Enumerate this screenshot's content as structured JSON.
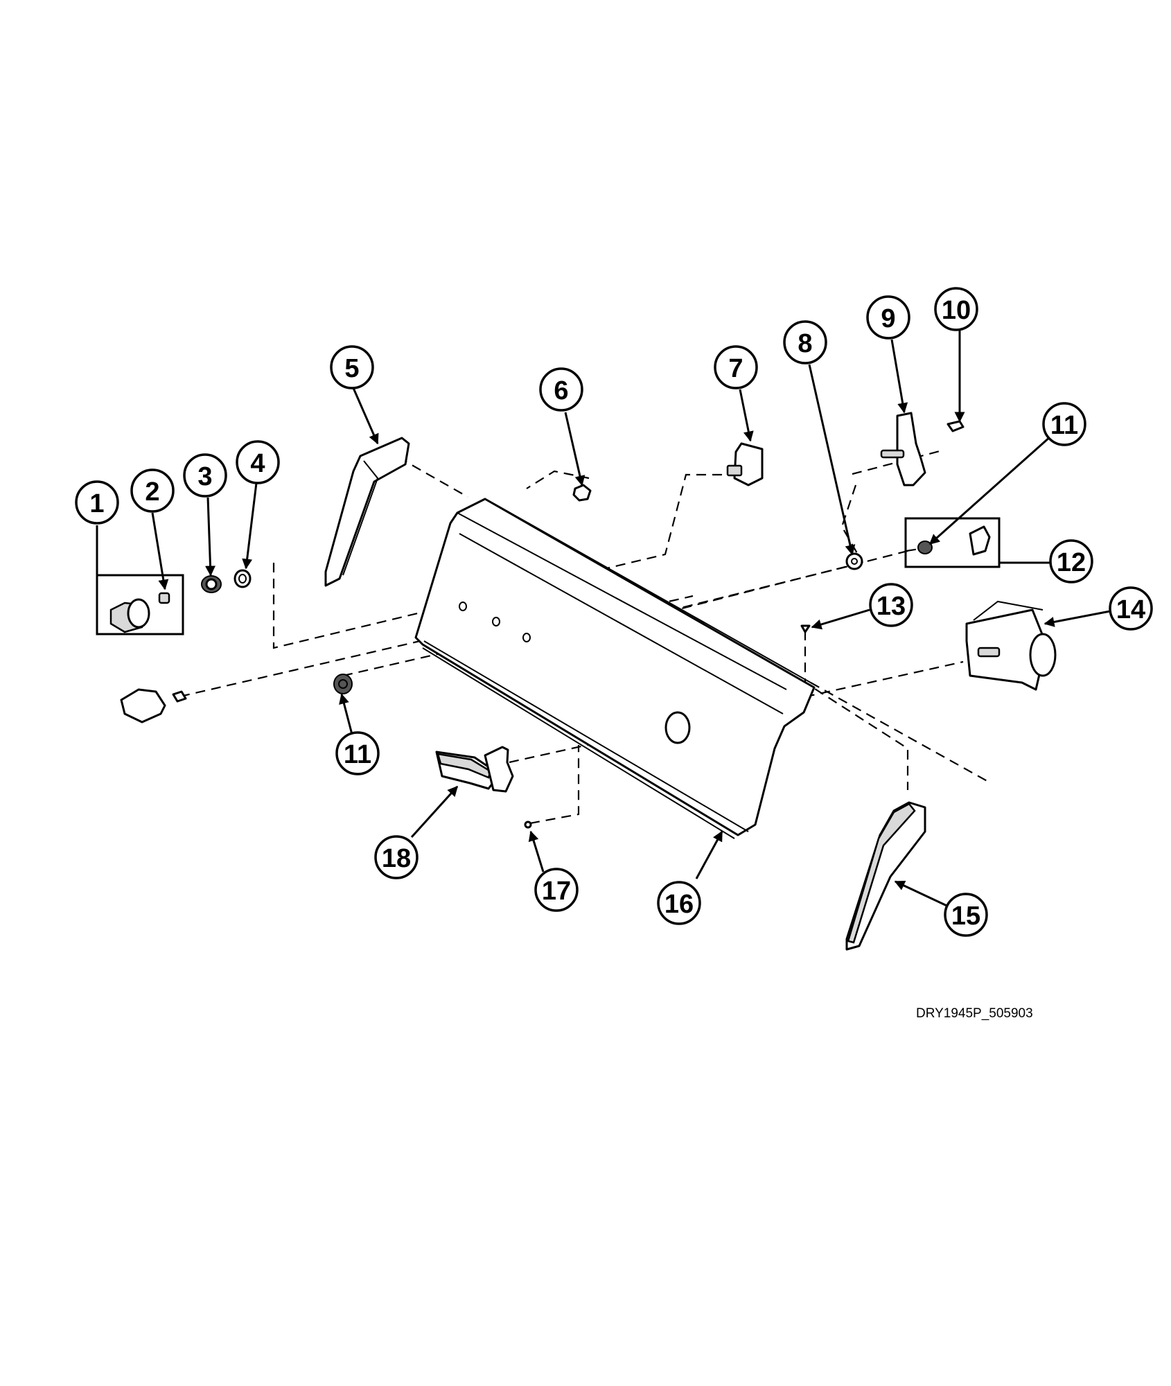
{
  "drawing_code": "DRY1945P_505903",
  "callouts": [
    {
      "id": "c1",
      "label": "1"
    },
    {
      "id": "c2",
      "label": "2"
    },
    {
      "id": "c3",
      "label": "3"
    },
    {
      "id": "c4",
      "label": "4"
    },
    {
      "id": "c5",
      "label": "5"
    },
    {
      "id": "c6",
      "label": "6"
    },
    {
      "id": "c7",
      "label": "7"
    },
    {
      "id": "c8",
      "label": "8"
    },
    {
      "id": "c9",
      "label": "9"
    },
    {
      "id": "c10",
      "label": "10"
    },
    {
      "id": "c11a",
      "label": "11"
    },
    {
      "id": "c12",
      "label": "12"
    },
    {
      "id": "c13",
      "label": "13"
    },
    {
      "id": "c14",
      "label": "14"
    },
    {
      "id": "c11b",
      "label": "11"
    },
    {
      "id": "c15",
      "label": "15"
    },
    {
      "id": "c16",
      "label": "16"
    },
    {
      "id": "c17",
      "label": "17"
    },
    {
      "id": "c18",
      "label": "18"
    }
  ]
}
